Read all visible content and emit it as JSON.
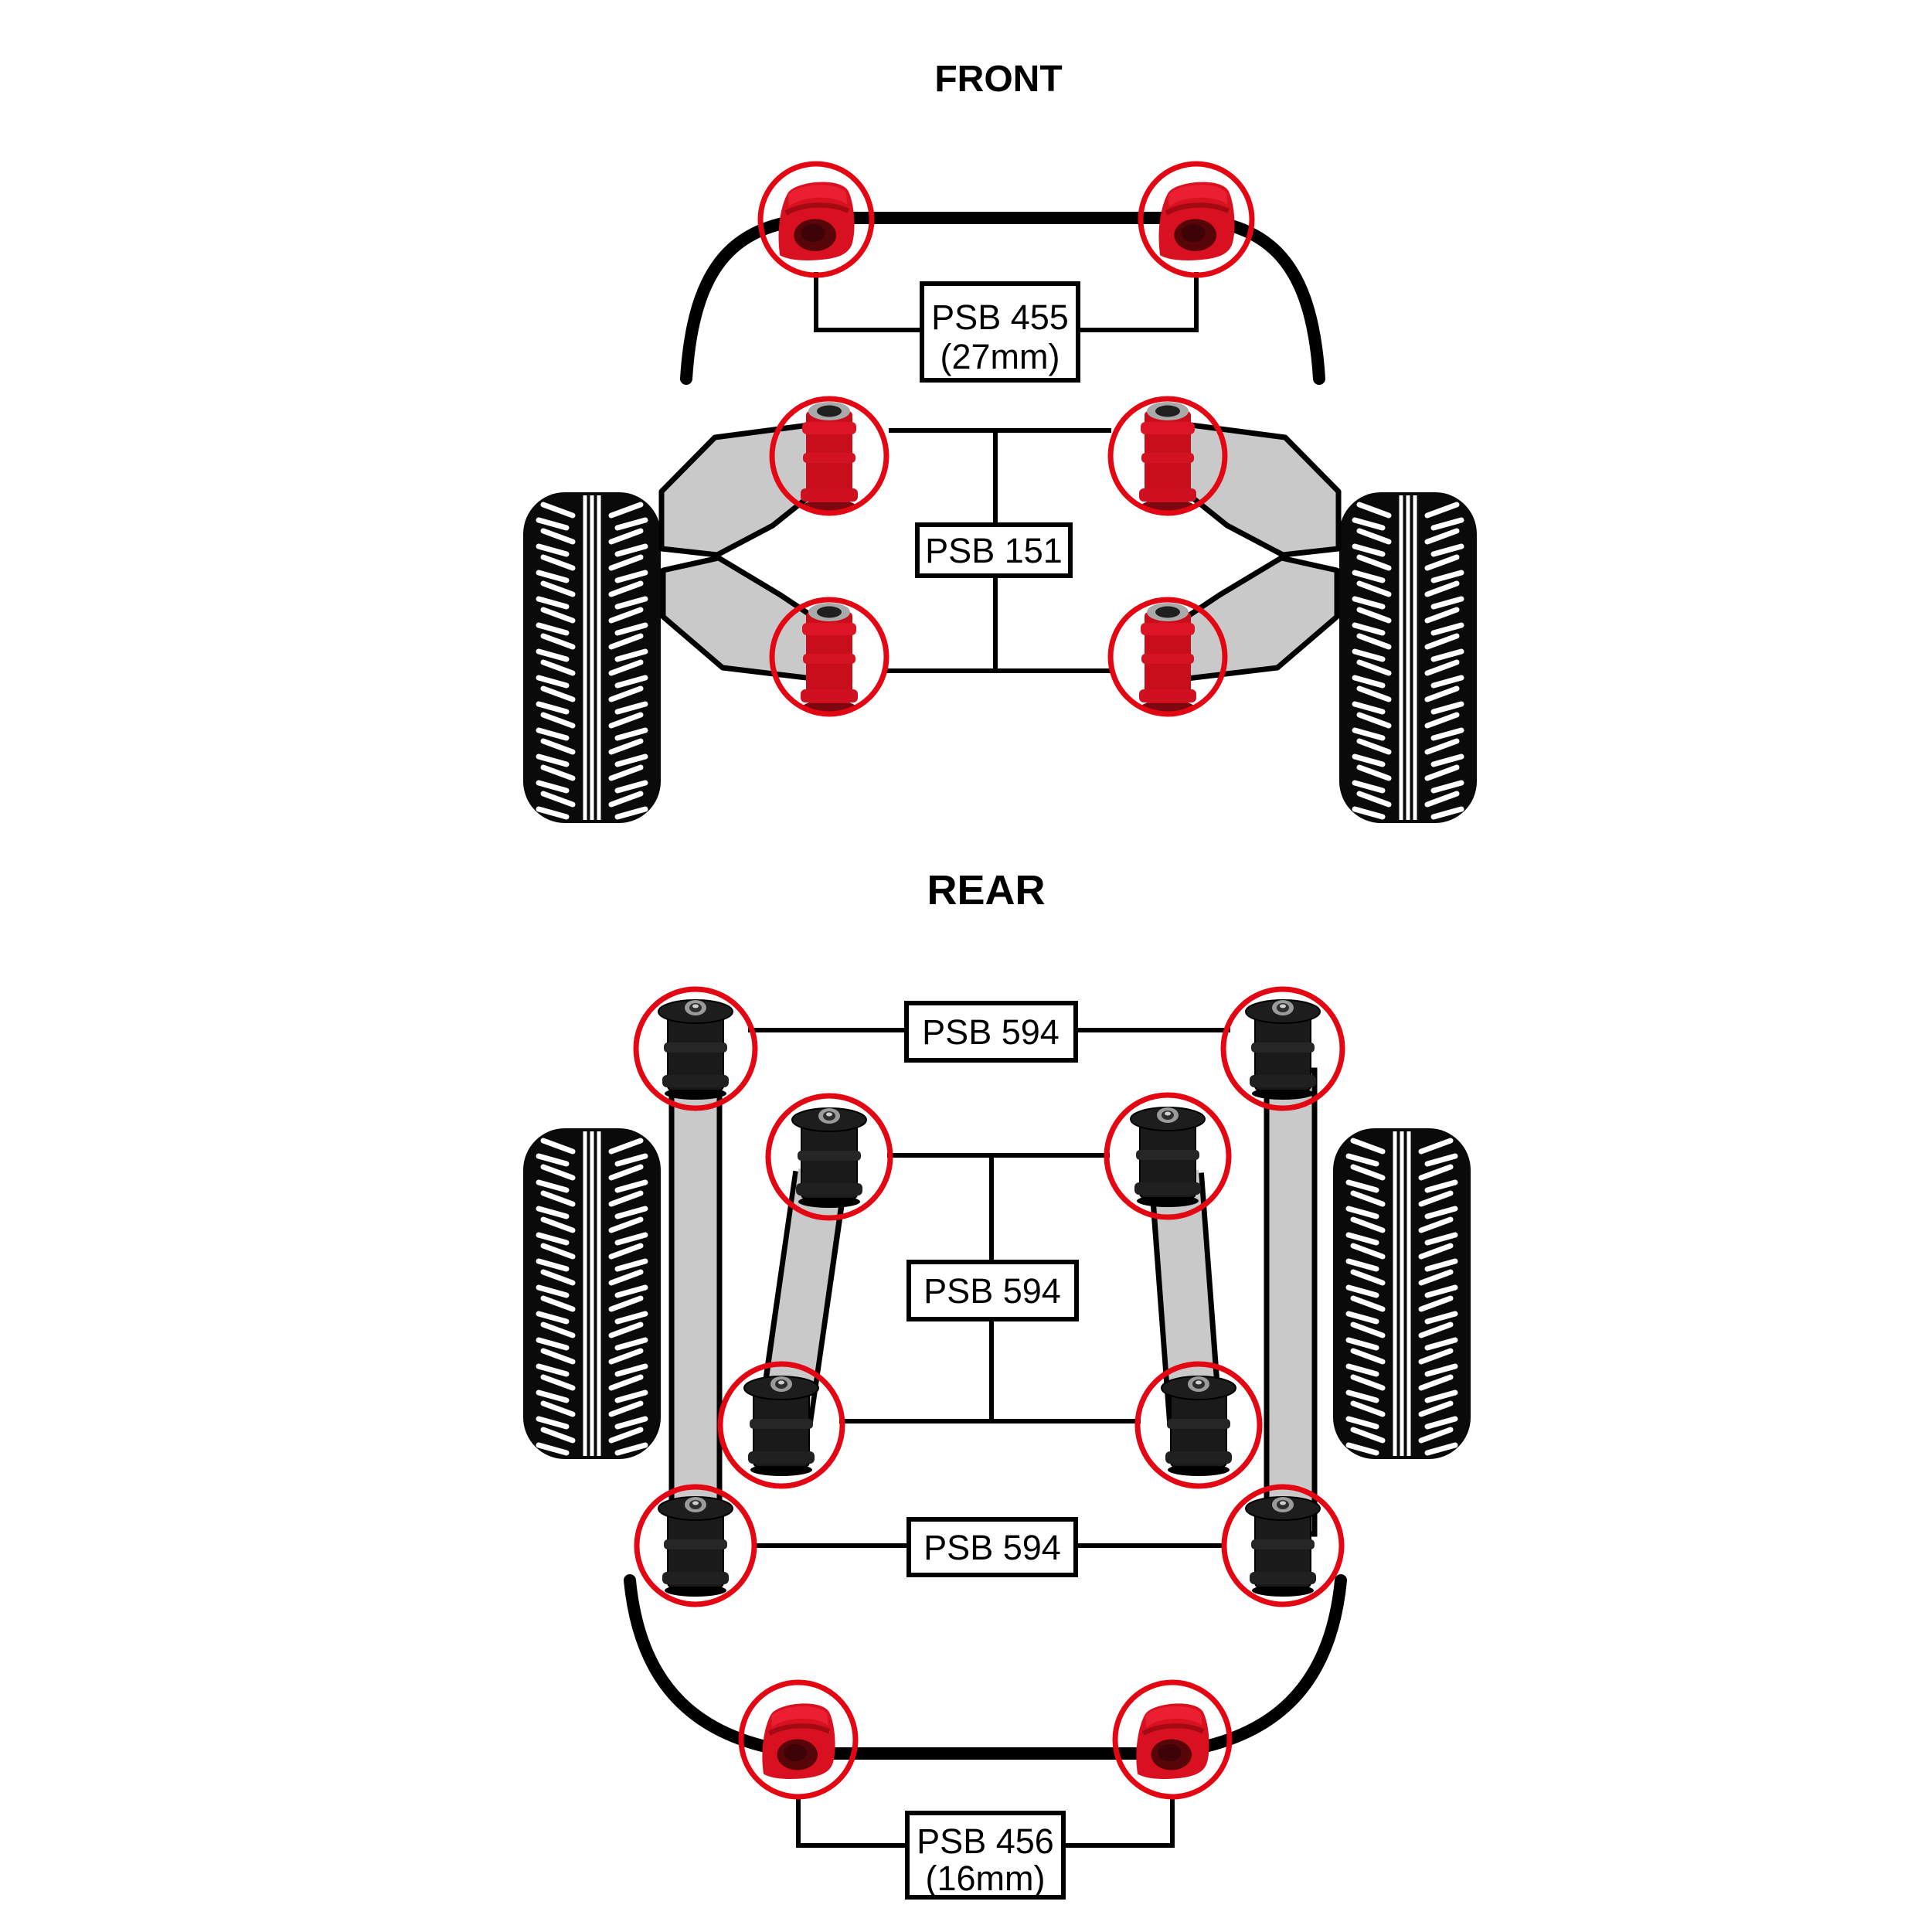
{
  "front": {
    "title": "FRONT",
    "sway_bar_label": {
      "line1": "PSB 455",
      "line2": "(27mm)"
    },
    "control_arm_label": "PSB 151"
  },
  "rear": {
    "title": "REAR",
    "trailing_arm_front_label": "PSB 594",
    "control_arm_label": "PSB 594",
    "trailing_arm_rear_label": "PSB 594",
    "sway_bar_label": {
      "line1": "PSB 456",
      "line2": "(16mm)"
    }
  },
  "colors": {
    "highlight_circle_red": "#e30613",
    "bushing_red": "#cf1020",
    "bushing_black": "#1a1a1a",
    "arm_gray": "#c9c9c9",
    "line_black": "#000000",
    "background": "#ffffff"
  }
}
